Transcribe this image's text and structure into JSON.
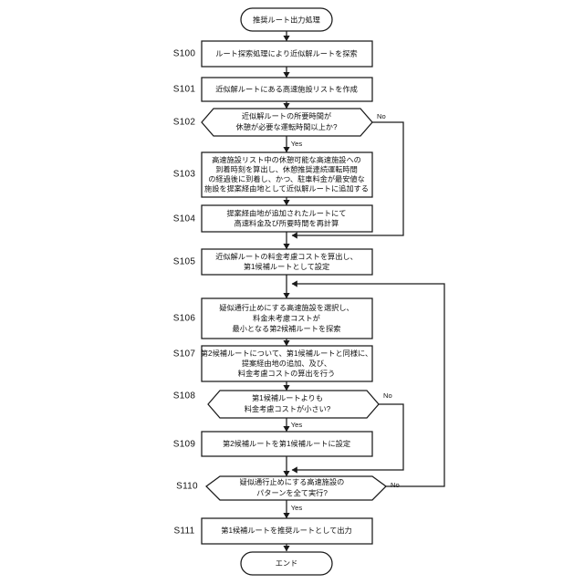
{
  "document": {
    "title": "推奨ルート出力処理フローチャート",
    "type": "flowchart",
    "background_color": "#ffffff",
    "line_color": "#1a1a1a",
    "text_color": "#111111"
  },
  "labels": {
    "yes": "Yes",
    "no": "No"
  },
  "nodes": [
    {
      "id": "start",
      "kind": "terminator",
      "step": "",
      "lines": [
        "推奨ルート出力処理"
      ]
    },
    {
      "id": "s100",
      "kind": "process",
      "step": "S100",
      "lines": [
        "ルート探索処理により近似解ルートを探索"
      ]
    },
    {
      "id": "s101",
      "kind": "process",
      "step": "S101",
      "lines": [
        "近似解ルートにある高速施設リストを作成"
      ]
    },
    {
      "id": "s102",
      "kind": "decision",
      "step": "S102",
      "lines": [
        "近似解ルートの所要時間が",
        "休憩が必要な運転時間以上か?"
      ]
    },
    {
      "id": "s103",
      "kind": "process",
      "step": "S103",
      "lines": [
        "高速施設リスト中の休憩可能な高速施設への",
        "到着時刻を算出し、休憩推奨連続運転時間",
        "の経過後に到着し、かつ、駐車料金が最安値な",
        "施設を提案経由地として近似解ルートに追加する"
      ]
    },
    {
      "id": "s104",
      "kind": "process",
      "step": "S104",
      "lines": [
        "提案経由地が追加されたルートにて",
        "高速料金及び所要時間を再計算"
      ]
    },
    {
      "id": "s105",
      "kind": "process",
      "step": "S105",
      "lines": [
        "近似解ルートの料金考慮コストを算出し、",
        "第1候補ルートとして設定"
      ]
    },
    {
      "id": "s106",
      "kind": "process",
      "step": "S106",
      "lines": [
        "疑似通行止めにする高速施設を選択し、",
        "料金未考慮コストが",
        "最小となる第2候補ルートを探索"
      ]
    },
    {
      "id": "s107",
      "kind": "process",
      "step": "S107",
      "lines": [
        "第2候補ルートについて、第1候補ルートと同様に、",
        "提案経由地の追加、及び、",
        "料金考慮コストの算出を行う"
      ]
    },
    {
      "id": "s108",
      "kind": "decision",
      "step": "S108",
      "lines": [
        "第1候補ルートよりも",
        "料金考慮コストが小さい?"
      ]
    },
    {
      "id": "s109",
      "kind": "process",
      "step": "S109",
      "lines": [
        "第2候補ルートを第1候補ルートに設定"
      ]
    },
    {
      "id": "s110",
      "kind": "decision",
      "step": "S110",
      "lines": [
        "疑似通行止めにする高速施設の",
        "パターンを全て実行?"
      ]
    },
    {
      "id": "s111",
      "kind": "process",
      "step": "S111",
      "lines": [
        "第1候補ルートを推奨ルートとして出力"
      ]
    },
    {
      "id": "end",
      "kind": "terminator",
      "step": "",
      "lines": [
        "エンド"
      ]
    }
  ]
}
